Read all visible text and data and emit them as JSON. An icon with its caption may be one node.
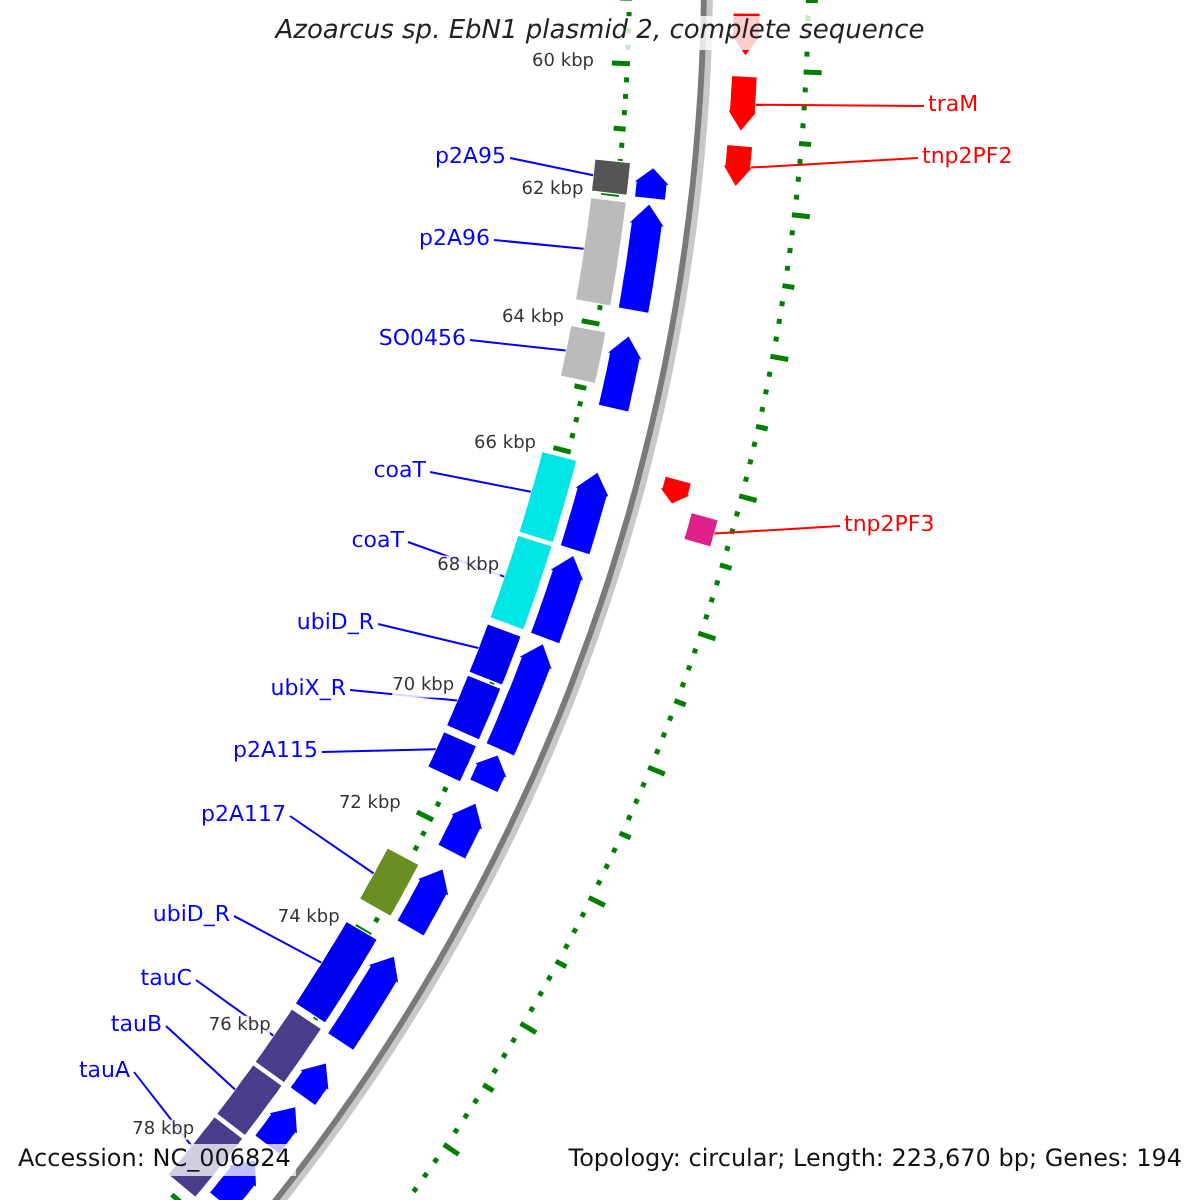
{
  "diagram": {
    "title": "Azoarcus sp. EbN1 plasmid 2, complete sequence",
    "nodes": [
      {
        "text": [
          "p2A95"
        ]
      },
      {
        "text": [
          "p2A96"
        ]
      },
      {
        "text": [
          "SO0456"
        ]
      },
      {
        "text": [
          "coaT"
        ]
      },
      {
        "text": [
          "coaT"
        ]
      },
      {
        "text": [
          "ubiD_R"
        ]
      },
      {
        "text": [
          "ubiX_R"
        ]
      },
      {
        "text": [
          "p2A115"
        ]
      },
      {
        "text": [
          "p2A117"
        ]
      },
      {
        "text": [
          "ubiD_R"
        ]
      },
      {
        "text": [
          "tauC"
        ]
      },
      {
        "text": [
          "tauB"
        ]
      },
      {
        "text": [
          "tauA"
        ]
      },
      {
        "text": [
          "traM"
        ]
      },
      {
        "text": [
          "tnp2PF2"
        ]
      },
      {
        "text": [
          "tnp2PF3"
        ]
      },
      {
        "text": [],
        "shape": "bar"
      },
      {
        "text": [],
        "shape": "bar"
      },
      {
        "text": [],
        "shape": "bar"
      },
      {
        "text": [],
        "shape": "bar"
      },
      {
        "text": [],
        "shape": "bar"
      },
      {
        "text": [],
        "shape": "bar"
      },
      {
        "text": [],
        "shape": "bar"
      },
      {
        "text": [],
        "shape": "bar"
      },
      {
        "text": [],
        "shape": "bar"
      },
      {
        "text": [],
        "shape": "bar"
      },
      {
        "text": [],
        "shape": "bar"
      },
      {
        "text": [],
        "shape": "bar"
      },
      {
        "text": [],
        "shape": "bar"
      },
      {
        "text": [],
        "shape": "pentagon"
      },
      {
        "text": [],
        "shape": "pentagon"
      },
      {
        "text": [],
        "shape": "bar"
      }
    ],
    "edges": [
      {
        "from": 0,
        "to": 16,
        "arrow": "none"
      },
      {
        "from": 1,
        "to": 17,
        "arrow": "none"
      },
      {
        "from": 2,
        "to": 18,
        "arrow": "none"
      },
      {
        "from": 3,
        "to": 19,
        "arrow": "none"
      },
      {
        "from": 4,
        "to": 20,
        "arrow": "none"
      },
      {
        "from": 5,
        "to": 21,
        "arrow": "none"
      },
      {
        "from": 6,
        "to": 22,
        "arrow": "none"
      },
      {
        "from": 7,
        "to": 23,
        "arrow": "none"
      },
      {
        "from": 8,
        "to": 24,
        "arrow": "none"
      },
      {
        "from": 9,
        "to": 25,
        "arrow": "none"
      },
      {
        "from": 10,
        "to": 26,
        "arrow": "none"
      },
      {
        "from": 11,
        "to": 27,
        "arrow": "none"
      },
      {
        "from": 12,
        "to": 28,
        "arrow": "none"
      },
      {
        "from": 13,
        "to": 29,
        "arrow": "none",
        "color": "#ff0000"
      },
      {
        "from": 14,
        "to": 30,
        "arrow": "none",
        "color": "#ff0000"
      },
      {
        "from": 15,
        "to": 31,
        "arrow": "none",
        "color": "#ff0000"
      }
    ],
    "labels": [
      "60 kbp",
      "62 kbp",
      "64 kbp",
      "66 kbp",
      "68 kbp",
      "70 kbp",
      "72 kbp",
      "74 kbp",
      "76 kbp",
      "78 kbp",
      "Accession: NC_006824",
      "Topology: circular; Length: 223,670 bp; Genes: 194"
    ]
  }
}
